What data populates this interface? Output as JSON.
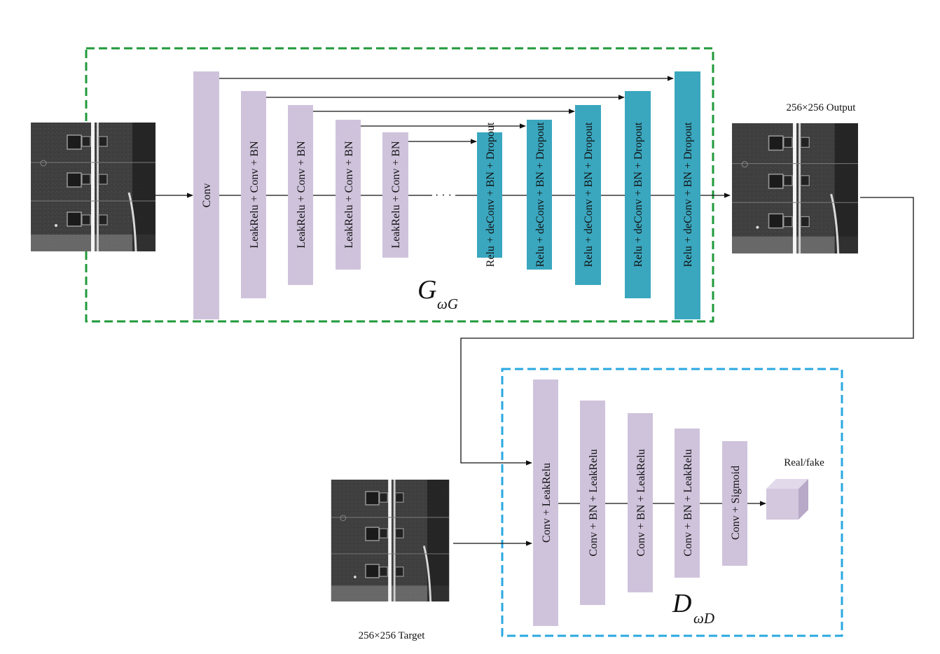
{
  "colors": {
    "encoder_block": "#cfc3dc",
    "decoder_block": "#3aa7bf",
    "generator_border": "#1f9a3a",
    "discriminator_border": "#29a8e0",
    "arrow": "#111111"
  },
  "generator": {
    "symbol": "G",
    "subscript": "ωG",
    "encoder_labels": [
      "Conv",
      "LeakRelu + Conv + BN",
      "LeakRelu + Conv + BN",
      "LeakRelu + Conv + BN",
      "LeakRelu + Conv + BN"
    ],
    "ellipsis": "· · ·",
    "decoder_labels": [
      "Relu + deConv + BN + Dropout",
      "Relu + deConv + BN + Dropout",
      "Relu + deConv + BN + Dropout",
      "Relu + deConv + BN + Dropout",
      "Relu + deConv + BN + Dropout"
    ]
  },
  "discriminator": {
    "symbol": "D",
    "subscript": "ωD",
    "layer_labels": [
      "Conv + LeakRelu",
      "Conv + BN + LeakRelu",
      "Conv + BN + LeakRelu",
      "Conv + BN + LeakRelu",
      "Conv + Sigmoid"
    ],
    "output_label": "Real/fake"
  },
  "images": {
    "output_caption": "256×256 Output",
    "target_caption": "256×256 Target"
  }
}
